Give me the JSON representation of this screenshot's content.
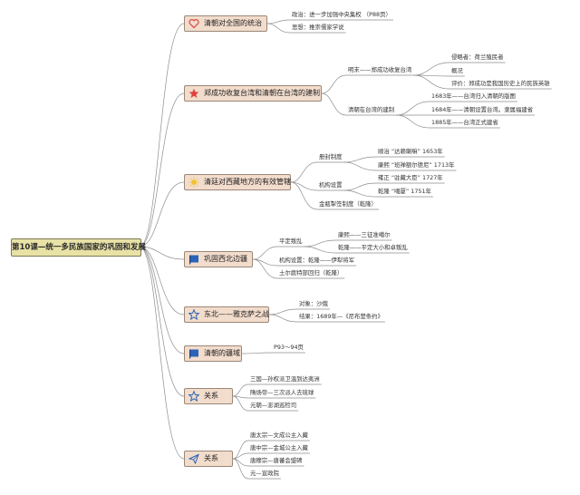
{
  "root": "第10课—统一多民族国家的巩固和发展",
  "topics": [
    {
      "id": "t1",
      "label": "清朝对全国的统治",
      "icon": "heart-icon",
      "children": [
        {
          "label": "政治：进一步加强中央集权 （P88页）"
        },
        {
          "label": "思想：推崇儒家学说"
        }
      ]
    },
    {
      "id": "t2",
      "label": "郑成功收复台湾和清朝在台湾的建制",
      "icon": "star-icon",
      "children": [
        {
          "label": "明末——郑成功收复台湾",
          "children": [
            {
              "label": "侵略者：荷兰殖民者"
            },
            {
              "label": "概况"
            },
            {
              "label": "评价：郑成功是我国历史上的民族英雄"
            }
          ]
        },
        {
          "label": "清朝在台湾的建制",
          "children": [
            {
              "label": "1683年——台湾归入清朝的版图"
            },
            {
              "label": "1684年——清朝设置台湾。隶属福建省"
            },
            {
              "label": "1885年——台湾正式建省"
            }
          ]
        }
      ]
    },
    {
      "id": "t3",
      "label": "清廷对西藏地方的有效管辖",
      "icon": "sun-icon",
      "children": [
        {
          "label": "册封制度",
          "children": [
            {
              "label": "顺治 “达赖喇嘛” 1653年"
            },
            {
              "label": "康熙 “班禅额尔德尼” 1713年"
            }
          ]
        },
        {
          "label": "机构设置",
          "children": [
            {
              "label": "雍正 “驻藏大臣” 1727年"
            },
            {
              "label": "乾隆 “噶厦” 1751年"
            }
          ]
        },
        {
          "label": "金瓶掣签制度（乾隆）"
        }
      ]
    },
    {
      "id": "t4",
      "label": "巩固西北边疆",
      "icon": "flag-icon",
      "children": [
        {
          "label": "平定叛乱",
          "children": [
            {
              "label": "康熙——三征准噶尔"
            },
            {
              "label": "乾隆——平定大小和卓叛乱"
            }
          ]
        },
        {
          "label": "机构设置：乾隆——伊犁将军"
        },
        {
          "label": "土尔扈特部回归（乾隆）"
        }
      ]
    },
    {
      "id": "t5",
      "label": "东北——雅克萨之战",
      "icon": "star-outline-icon",
      "children": [
        {
          "label": "对象：沙俄"
        },
        {
          "label": "结果：1689年—《尼布楚条约》"
        }
      ]
    },
    {
      "id": "t6",
      "label": "清朝的疆域",
      "icon": "flag-icon",
      "children": [
        {
          "label": "P93～94页"
        }
      ]
    },
    {
      "id": "t7",
      "label": "关系",
      "icon": "star-outline-icon",
      "children": [
        {
          "label": "三国—孙权派卫温到达夷洲"
        },
        {
          "label": "隋炀帝—三次派人去琉球"
        },
        {
          "label": "元朝—澎湖巡检司"
        }
      ]
    },
    {
      "id": "t8",
      "label": "关系",
      "icon": "send-icon",
      "children": [
        {
          "label": "唐太宗—文成公主入藏"
        },
        {
          "label": "唐中宗—金城公主入藏"
        },
        {
          "label": "唐穆宗—唐蕃会盟碑"
        },
        {
          "label": "元—宣政院"
        }
      ]
    }
  ],
  "colors": {
    "root_bg": "#e8e2a6",
    "topic_bg": "#f2dccc",
    "line": "#8e8e8e",
    "heart": "#d9534f",
    "star": "#e0403a",
    "sun": "#f2c230",
    "flag": "#2a63b8",
    "outline": "#2a63b8"
  }
}
